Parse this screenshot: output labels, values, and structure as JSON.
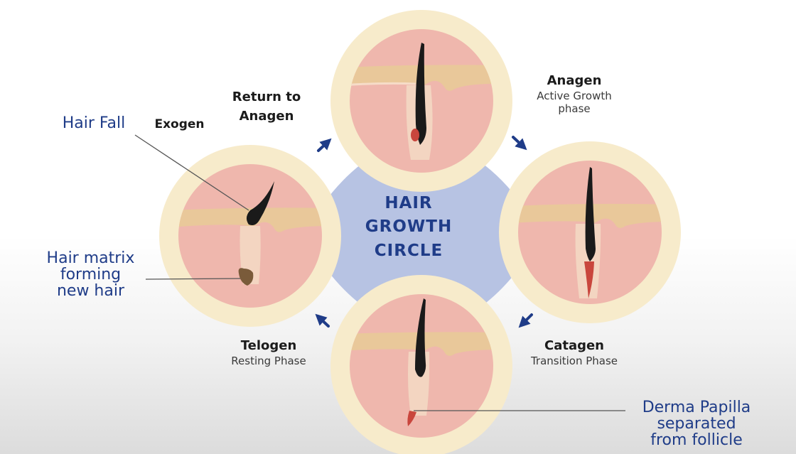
{
  "center": {
    "lines": [
      "HAIR",
      "GROWTH",
      "CIRCLE"
    ]
  },
  "phases": {
    "anagen": {
      "title": "Anagen",
      "subtitle_lines": [
        "Active Growth",
        "phase"
      ]
    },
    "catagen": {
      "title": "Catagen",
      "subtitle": "Transition Phase"
    },
    "telogen": {
      "title": "Telogen",
      "subtitle": "Resting Phase"
    },
    "exogen": {
      "title": "Exogen"
    },
    "return": {
      "lines": [
        "Return to",
        "Anagen"
      ]
    }
  },
  "annotations": {
    "hair_fall": "Hair Fall",
    "hair_matrix": [
      "Hair matrix",
      "forming",
      "new hair"
    ],
    "derma_papilla": [
      "Derma Papilla",
      "separated",
      "from follicle"
    ]
  },
  "colors": {
    "center_fill": "#b7c3e3",
    "circle_fill": "#f7ebcb",
    "skin_top": "#e9c89a",
    "dermis": "#efb7ad",
    "hair": "#1a1a1a",
    "bulb_red": "#c9463d",
    "annotation_text": "#1f3c88",
    "arrow": "#1f3c88"
  }
}
